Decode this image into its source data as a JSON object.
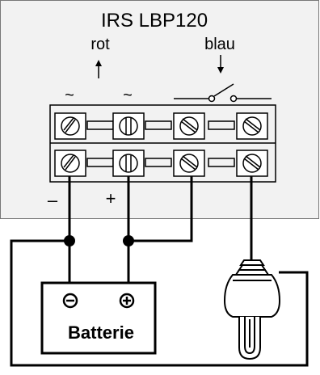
{
  "device": {
    "title": "IRS LBP120",
    "label_left": "rot",
    "label_right": "blau",
    "ac_symbol_1": "~",
    "ac_symbol_2": "~",
    "terminal_minus": "–",
    "terminal_plus": "+"
  },
  "battery": {
    "label": "Batterie",
    "minus_symbol": "⊖",
    "plus_symbol": "⊕"
  },
  "colors": {
    "device_fill": "#f2f2f2",
    "outline": "#000000",
    "panel_border": "#777777"
  }
}
